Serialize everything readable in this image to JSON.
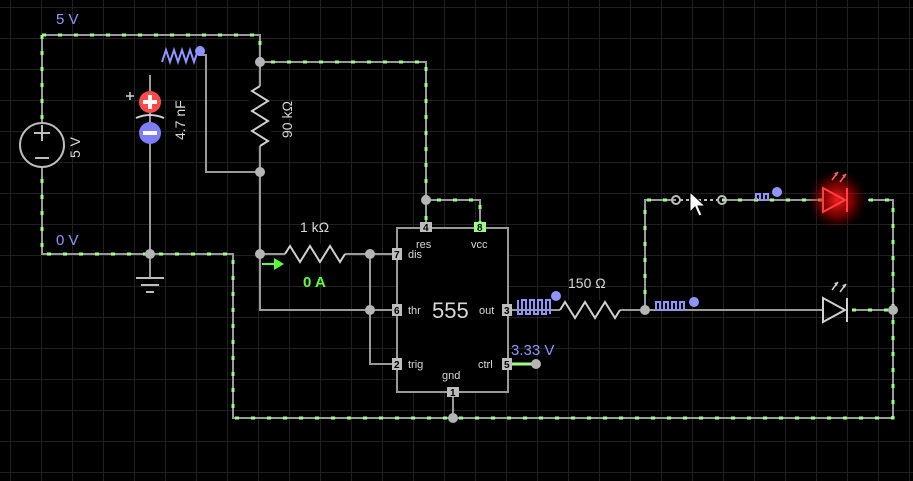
{
  "labels": {
    "supply_top": "5 V",
    "supply_bottom": "0 V",
    "battery_value": "5 V",
    "capacitor_value": "4.7 nF",
    "r_top_value": "90 kΩ",
    "r_mid_value": "1 kΩ",
    "r_out_value": "150 Ω",
    "current_value": "0 A",
    "ctrl_voltage": "3.33 V"
  },
  "chip": {
    "name": "555",
    "pins": {
      "dis": {
        "num": "7",
        "label": "dis"
      },
      "thr": {
        "num": "6",
        "label": "thr"
      },
      "trig": {
        "num": "2",
        "label": "trig"
      },
      "res": {
        "num": "4",
        "label": "res"
      },
      "vcc": {
        "num": "8",
        "label": "vcc"
      },
      "out": {
        "num": "3",
        "label": "out"
      },
      "ctrl": {
        "num": "5",
        "label": "ctrl"
      },
      "gnd": {
        "num": "1",
        "label": "gnd"
      }
    }
  },
  "colors": {
    "background": "#000000",
    "grid": "#202020",
    "wire": "#9a9a9a",
    "current_dots": "#9dff8a",
    "voltage_label": "#8f94ff",
    "led_on": "#ff2a2a",
    "capacitor_plus": "#ff4a4a",
    "capacitor_minus": "#7d7dff"
  },
  "icons": {
    "battery": "battery-icon",
    "capacitor": "capacitor-icon",
    "led_top": "led-on-icon",
    "led_bottom": "led-off-icon",
    "ground": "ground-icon",
    "cursor": "mouse-cursor-icon"
  }
}
